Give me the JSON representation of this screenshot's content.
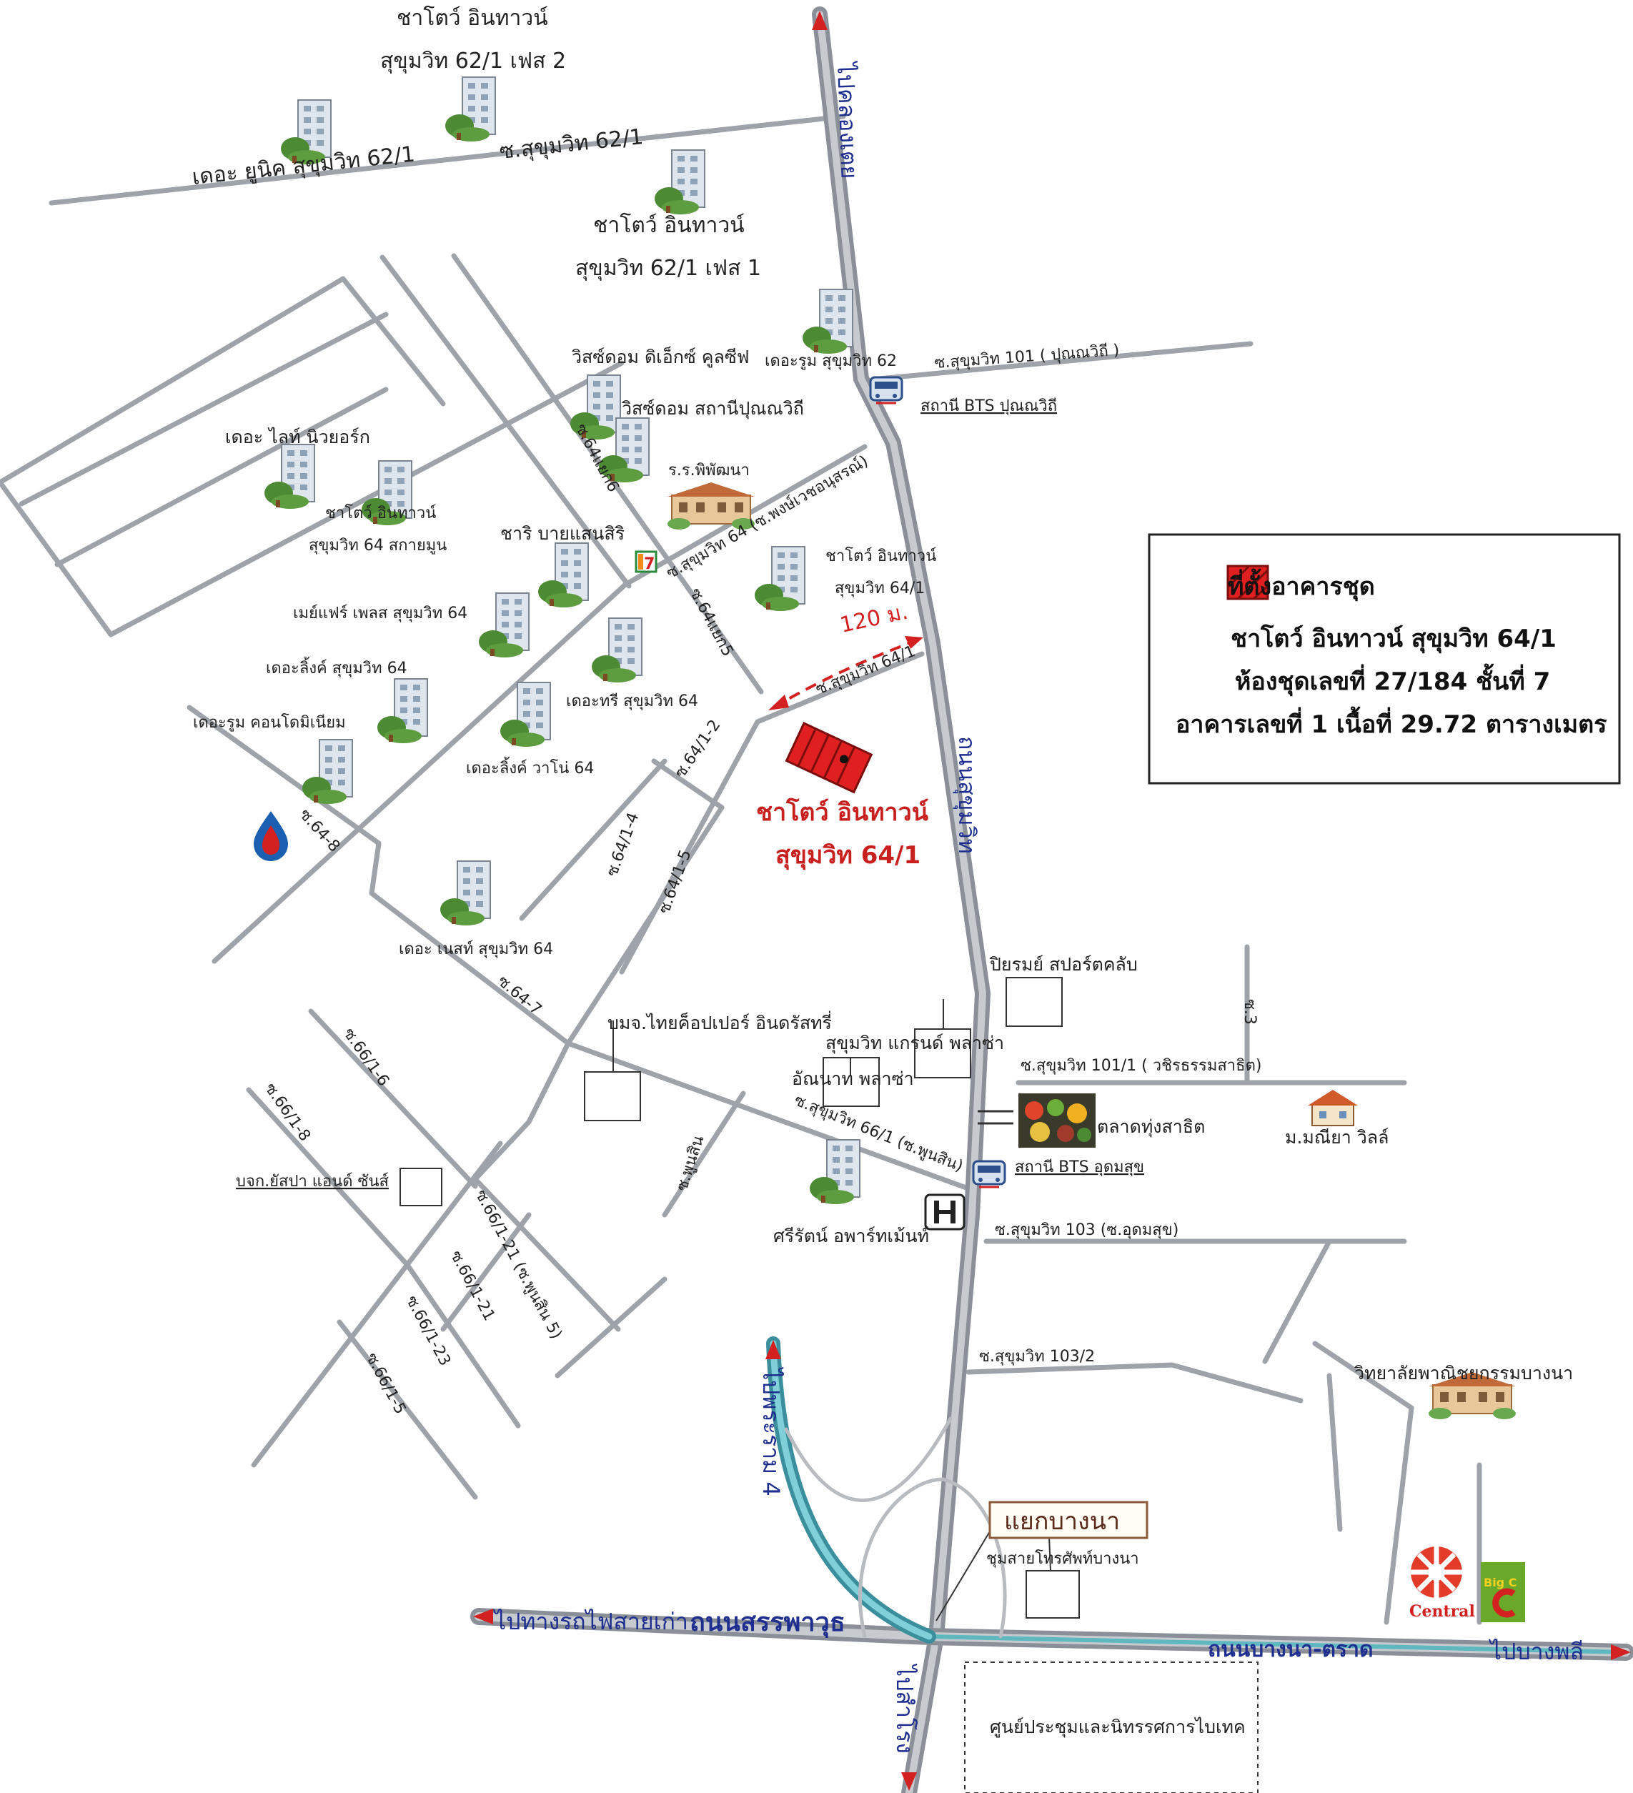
{
  "colors": {
    "road": "#9ea3aa",
    "main_road": "#8b9098",
    "highway": "#5fb8c0",
    "accent_red": "#e02020",
    "building": "#cfd6de",
    "tree": "#4c8a34",
    "text_blue": "#1f2f8f"
  },
  "top": {
    "phase2_line1": "ชาโตว์ อินทาวน์",
    "phase2_line2": "สุขุมวิท 62/1 เฟส 2",
    "unique": "เดอะ ยูนิค สุขุมวิท 62/1",
    "soi_62_1": "ซ.สุขุมวิท 62/1",
    "phase1_line1": "ชาโตว์ อินทาวน์",
    "phase1_line2": "สุขุมวิท 62/1 เฟส 1",
    "to_khlongtoei": "ไปคลองเตย"
  },
  "north": {
    "visdom_direct": "วิสซ์ดอม ดิเอ็กซ์ คูลซีฟ",
    "theroom62": "เดอะรูม สุขุมวิท 62",
    "soi101": "ซ.สุขุมวิท 101 ( ปุณณวิถี )",
    "visdom_station": "วิสซ์ดอม สถานีปุณณวิถี",
    "bts_punnawithi": "สถานี BTS ปุณณวิถี",
    "thelight": "เดอะ ไลท์ นิวยอร์ก",
    "soi64_6": "ซ.64แยก6",
    "school": "ร.ร.พิพัฒนา",
    "chateau64_l1": "ชาโตว์ อินทาวน์",
    "chateau64_l2": "สุขุมวิท 64 สกายมูน",
    "chari": "ชาริ บายแสนสิริ",
    "soi64_name": "ซ.สุขุมวิท 64 (ซ.พงษ์เวชอนุสรณ์)",
    "chateau641_l1": "ชาโตว์ อินทาวน์",
    "chateau641_l2": "สุขุมวิท 64/1",
    "seven_eleven": "7"
  },
  "mid": {
    "mayfair": "เมย์แฟร์ เพลส สุขุมวิท 64",
    "soi64_5": "ซ.64แยก5",
    "distance": "120 ม.",
    "soi64_1": "ซ.สุขุมวิท 64/1",
    "thelink64": "เดอะลิ้งค์ สุขุมวิท 64",
    "thetree": "เดอะทรี สุขุมวิท 64",
    "theroom_condo": "เดอะรูม คอนโดมิเนียม",
    "soi64_1_2": "ซ.64/1-2",
    "thelink_vano": "เดอะลิ้งค์ วาโน่ 64",
    "soi64_8": "ซ.64-8",
    "target_l1": "ชาโตว์ อินทาวน์",
    "target_l2": "สุขุมวิท 64/1",
    "soi64_1_4": "ซ.64/1-4",
    "soi64_1_5": "ซ.64/1-5",
    "sukhumvit_road": "ถนนสุขุมวิท",
    "thenest": "เดอะ เนสท์ สุขุมวิท 64",
    "piyarom": "ปิยรมย์ สปอร์ตคลับ"
  },
  "legend": {
    "title": "ที่ตั้งอาคารชุด",
    "line2": "ชาโตว์ อินทาวน์ สุขุมวิท 64/1",
    "line3": "ห้องชุดเลขที่ 27/184  ชั้นที่ 7",
    "line4": "อาคารเลขที่ 1  เนื้อที่ 29.72 ตารางเมตร"
  },
  "south": {
    "soi64_7": "ซ.64-7",
    "thai_copper": "บมจ.ไทยค็อปเปอร์ อินดรัสทรี่",
    "grand_plaza": "สุขุมวิท แกรนด์ พลาซ่า",
    "soi101_1": "ซ.สุขุมวิท 101/1 ( วชิรธรรมสาธิต)",
    "soi_3": "ซ.3",
    "annat": "อัณนาท พลาซ่า",
    "soi66_1_6": "ซ.66/1-6",
    "soi66_1_8": "ซ.66/1-8",
    "soi_punsin": "ซ.พูนสิน",
    "soi66_1": "ซ.สุขุมวิท 66/1 (ซ.พูนสิน)",
    "market": "ตลาดทุ่งสาธิต",
    "maneeya": "ม.มณียา วิลล์",
    "yaspa": "บจก.ยัสปา แอนด์ ซันส์",
    "bts_udomsuk": "สถานี BTS อุดมสุข",
    "sriratana": "ศรีรัตน์ อพาร์ทเม้นท์",
    "soi103": "ซ.สุขุมวิท 103 (ซ.อุดมสุข)",
    "soi66_1_21_5": "ซ.66/1-21 (ซ.พูนสิน 5)",
    "soi66_1_21": "ซ.66/1-21",
    "soi66_1_23": "ซ.66/1-23",
    "soi66_1_5": "ซ.66/1-5",
    "soi103_2": "ซ.สุขุมวิท 103/2",
    "college": "วิทยาลัยพาณิชยกรรมบางนา",
    "to_rama4": "ไปพระราม 4",
    "bangna_junction": "แยกบางนา",
    "tot_bangna": "ชุมสายโทรศัพท์บางนา",
    "central": "Central",
    "bigc": "Big C",
    "to_railway": "ไปทางรถไฟสายเก่า",
    "sanphawut": "ถนนสรรพาวุธ",
    "bangna_trad": "ถนนบางนา-ตราด",
    "to_bangphli": "ไปบางพลี",
    "to_samrong": "ไปสำโรง",
    "bitec": "ศูนย์ประชุมและนิทรรศการไบเทค"
  }
}
